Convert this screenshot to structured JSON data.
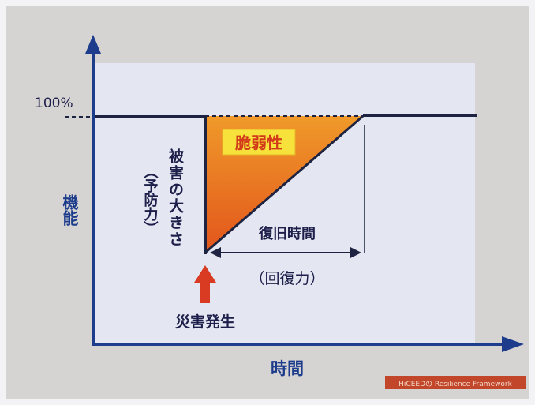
{
  "diagram": {
    "y_axis_label": "機能",
    "x_axis_label": "時間",
    "level_label": "100%",
    "vulnerability_label": "脆弱性",
    "damage_label": "被害の大きさ",
    "prevention_label": "（予防力）",
    "recovery_time_label": "復旧時間",
    "recovery_power_label": "（回復力）",
    "disaster_label": "災害発生",
    "footer_badge": "HiCEEDの Resilience Framework",
    "colors": {
      "axis": "#1d3c8c",
      "plot_bg": "#e4e7f2",
      "triangle_top": "#e67a1e",
      "triangle_bottom": "#f1a63a",
      "line": "#1d2340",
      "label_box": "#f6e23a",
      "label_text": "#d23a1a",
      "arrow": "#d83a22",
      "badge_bg": "#c2472a"
    }
  }
}
